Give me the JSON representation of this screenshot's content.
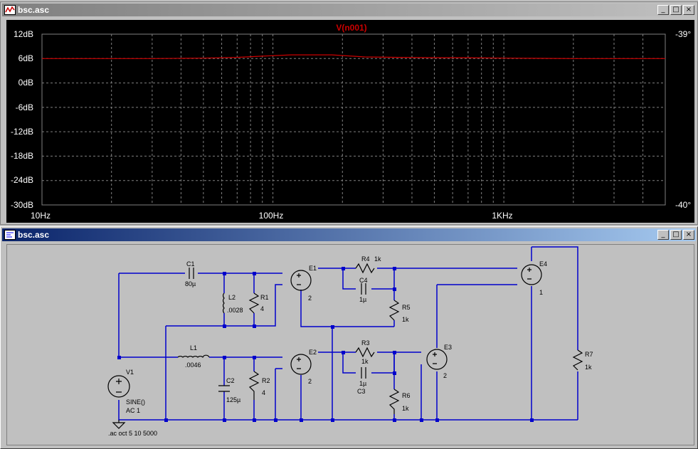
{
  "waveform_window": {
    "title": "bsc.asc",
    "buttons": {
      "minimize": "_",
      "maximize": "□",
      "close": "×"
    },
    "trace_label": "V(n001)",
    "left_axis": [
      "12dB",
      "6dB",
      "0dB",
      "-6dB",
      "-12dB",
      "-18dB",
      "-24dB",
      "-30dB"
    ],
    "right_axis": [
      "-39°",
      "-40°"
    ],
    "x_axis": [
      "10Hz",
      "100Hz",
      "1KHz"
    ],
    "colors": {
      "trace": "#cc0000",
      "grid": "#808080",
      "background": "#000000"
    }
  },
  "chart_data": {
    "type": "line",
    "title": "V(n001)",
    "x_scale": "log",
    "xlim": [
      10,
      5000
    ],
    "ylim": [
      -30,
      12
    ],
    "y2lim": [
      -40,
      -39
    ],
    "series": [
      {
        "name": "V(n001)",
        "x": [
          10,
          20,
          30,
          50,
          70,
          90,
          120,
          180,
          250,
          350,
          500,
          700,
          1000,
          2000,
          3000,
          5000
        ],
        "y": [
          6.0,
          6.0,
          6.0,
          6.1,
          6.3,
          6.6,
          6.9,
          6.9,
          6.4,
          6.3,
          6.2,
          6.2,
          6.1,
          6.0,
          6.0,
          6.0
        ]
      }
    ]
  },
  "schematic_window": {
    "title": "bsc.asc",
    "buttons": {
      "minimize": "_",
      "maximize": "□",
      "close": "×"
    },
    "labels": {
      "C1": "C1",
      "C1v": "80µ",
      "L2": "L2",
      "L2v": ".0028",
      "R1": "R1",
      "R1v": "4",
      "E1": "E1",
      "E1v": "2",
      "R4": "R4",
      "R4v": "1k",
      "C4": "C4",
      "C4v": "1µ",
      "R5": "R5",
      "R5v": "1k",
      "E4": "E4",
      "E4v": "1",
      "L1": "L1",
      "L1v": ".0046",
      "C2": "C2",
      "C2v": "125µ",
      "R2": "R2",
      "R2v": "4",
      "E2": "E2",
      "E2v": "2",
      "R3": "R3",
      "R3v": "1k",
      "C3v": "1µ",
      "C3": "C3",
      "R6": "R6",
      "R6v": "1k",
      "E3": "E3",
      "E3v": "2",
      "R7": "R7",
      "R7v": "1k",
      "V1": "V1",
      "V1a": "SINE()",
      "V1b": "AC 1",
      "directive": ".ac oct 5 10 5000"
    }
  }
}
